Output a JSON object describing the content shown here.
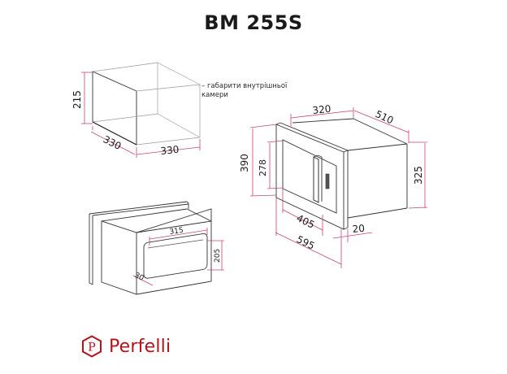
{
  "header": {
    "model_title": "BM 255S"
  },
  "legend": {
    "note_line1": "– габарити внутрішньої",
    "note_line2": "камери"
  },
  "colors": {
    "dimension_lines": "#c8466a",
    "outline": "#333333",
    "brand": "#b5121b"
  },
  "inner_chamber": {
    "height_label": "215",
    "depth_label": "330",
    "width_label": "330"
  },
  "appliance_view": {
    "top_depth_label": "320",
    "side_depth_label": "510",
    "front_height_label": "390",
    "door_height_label": "278",
    "body_height_label": "325",
    "door_width_label": "405",
    "frame_thickness_label": "20",
    "front_width_label": "595"
  },
  "niche_view": {
    "opening_width_label": "315",
    "opening_height_label": "205",
    "offset_label": "30"
  },
  "brand": {
    "logo_icon": "perfelli-hexagon-p-icon",
    "name": "Perfelli"
  }
}
